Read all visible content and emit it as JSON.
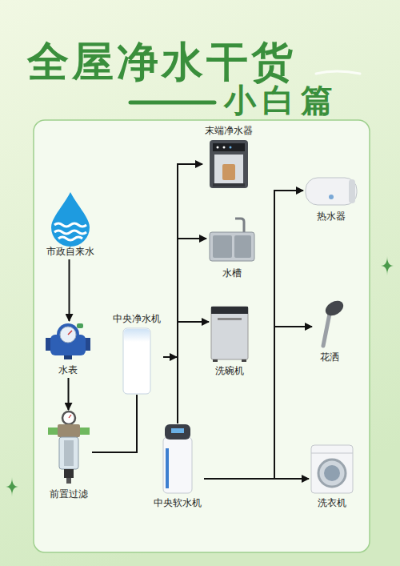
{
  "diagram": {
    "title": "全屋净水干货",
    "nodes": [
      {
        "text": [
          "市政自来水"
        ]
      },
      {
        "text": [
          "水表"
        ]
      },
      {
        "text": [
          "前置过滤"
        ]
      },
      {
        "text": [
          "中央净水机"
        ]
      },
      {
        "text": [
          "末端净水器"
        ]
      },
      {
        "text": [
          "水槽"
        ]
      },
      {
        "text": [
          "洗碗机"
        ]
      },
      {
        "text": [
          "中央软水机"
        ]
      },
      {
        "text": [
          "热水器"
        ]
      },
      {
        "text": [
          "花洒"
        ]
      },
      {
        "text": [
          "洗衣机"
        ]
      }
    ],
    "edges": [
      {
        "from": 0,
        "to": 1,
        "arrow": "to"
      },
      {
        "from": 1,
        "to": 2,
        "arrow": "to"
      },
      {
        "from": 2,
        "to": 3,
        "arrow": "none"
      },
      {
        "from": 3,
        "to": 4,
        "arrow": "to"
      },
      {
        "from": 3,
        "to": 5,
        "arrow": "to"
      },
      {
        "from": 3,
        "to": 6,
        "arrow": "to"
      },
      {
        "from": 3,
        "to": 7,
        "arrow": "none"
      },
      {
        "from": 7,
        "to": 8,
        "arrow": "to"
      },
      {
        "from": 7,
        "to": 9,
        "arrow": "to"
      },
      {
        "from": 7,
        "to": 10,
        "arrow": "to"
      }
    ],
    "labels": [
      "小白篇"
    ]
  }
}
